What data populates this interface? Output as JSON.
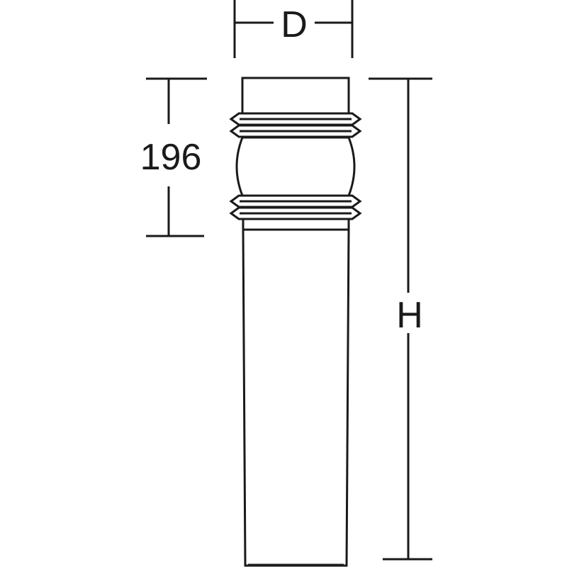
{
  "dimensions": {
    "diameter_label": "D",
    "collar_height_label": "196",
    "total_height_label": "H"
  },
  "colors": {
    "line": "#1a1a1a",
    "background": "#ffffff"
  }
}
